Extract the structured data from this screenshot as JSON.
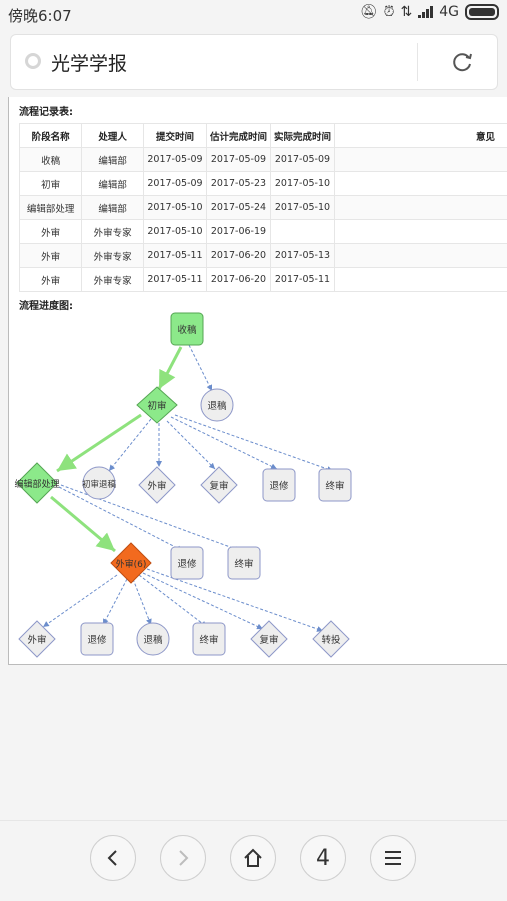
{
  "status_bar": {
    "time": "傍晚6:07",
    "network": "4G"
  },
  "header": {
    "title": "光学学报"
  },
  "page": {
    "record_title": "流程记录表:",
    "progress_title": "流程进度图:",
    "table": {
      "headers": [
        "阶段名称",
        "处理人",
        "提交时间",
        "估计完成时间",
        "实际完成时间",
        "意见"
      ],
      "rows": [
        [
          "收稿",
          "编辑部",
          "2017-05-09",
          "2017-05-09",
          "2017-05-09",
          ""
        ],
        [
          "初审",
          "编辑部",
          "2017-05-09",
          "2017-05-23",
          "2017-05-10",
          ""
        ],
        [
          "编辑部处理",
          "编辑部",
          "2017-05-10",
          "2017-05-24",
          "2017-05-10",
          ""
        ],
        [
          "外审",
          "外审专家",
          "2017-05-10",
          "2017-06-19",
          "",
          ""
        ],
        [
          "外审",
          "外审专家",
          "2017-05-11",
          "2017-06-20",
          "2017-05-13",
          ""
        ],
        [
          "外审",
          "外审专家",
          "2017-05-11",
          "2017-06-20",
          "2017-05-11",
          ""
        ]
      ]
    },
    "diagram": {
      "nodes": {
        "receive": "收稿",
        "initial_review": "初审",
        "return_draft_1": "退稿",
        "editor_process": "编辑部处理",
        "initial_return": "初审退稿",
        "external_1": "外审",
        "re_review_1": "复审",
        "revise_1": "退修",
        "final_1": "终审",
        "external_current": "外审(6)",
        "revise_2": "退修",
        "final_2": "终审",
        "external_2": "外审",
        "revise_3": "退修",
        "return_draft_2": "退稿",
        "final_3": "终审",
        "re_review_2": "复审",
        "transfer": "转投"
      },
      "colors": {
        "done": "#8ce98a",
        "current": "#f26a1e",
        "pending": "#eeeeee",
        "pending_border": "#7f8ec7",
        "done_edge": "#8ee27d",
        "dashed_edge": "#6b8dcc"
      }
    }
  },
  "bottom_nav": {
    "tab_count": "4"
  }
}
